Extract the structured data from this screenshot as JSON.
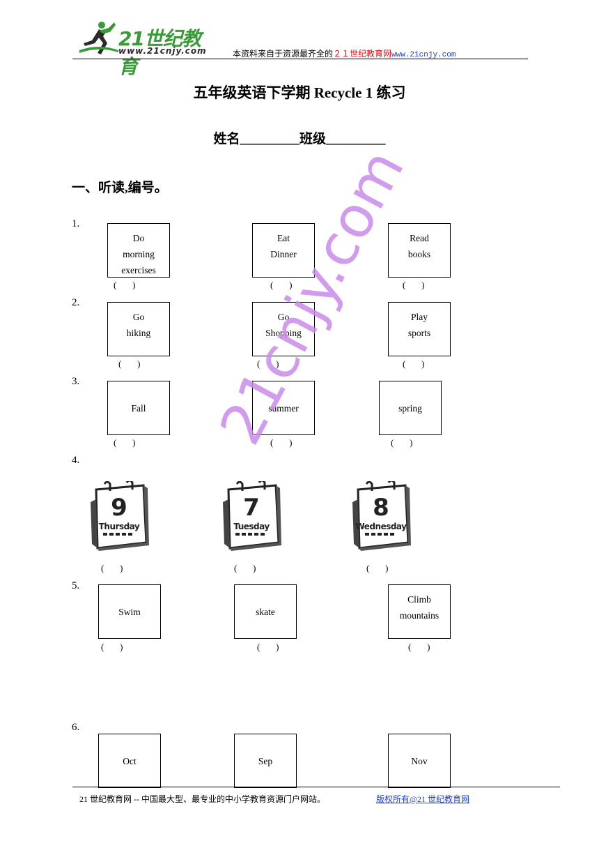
{
  "header": {
    "logo_text": "21世纪教育",
    "logo_url": "www.21cnjy.com",
    "note_prefix": "本资料来自于资源最齐全的",
    "note_red": "２１世纪教育网",
    "note_url": "www.21cnjy.com"
  },
  "title": "五年级英语下学期 Recycle 1 练习",
  "name_line": "姓名_________班级_________",
  "section_title": "一、听读,编号。",
  "paren_text": "(       )",
  "questions": [
    {
      "num": "1.",
      "cards": [
        "Do\nmorning\nexercises",
        "Eat\nDinner",
        "Read\nbooks"
      ]
    },
    {
      "num": "2.",
      "cards": [
        "Go\nhiking",
        "Go\nShopping",
        "Play\nsports"
      ]
    },
    {
      "num": "3.",
      "cards": [
        "Fall",
        "summer",
        "spring"
      ]
    },
    {
      "num": "4.",
      "calendars": [
        {
          "number": "9",
          "day": "Thursday"
        },
        {
          "number": "7",
          "day": "Tuesday"
        },
        {
          "number": "8",
          "day": "Wednesday"
        }
      ]
    },
    {
      "num": "5.",
      "cards": [
        "Swim",
        "skate",
        "Climb\nmountains"
      ]
    },
    {
      "num": "6.",
      "cards": [
        "Oct",
        "Sep",
        "Nov"
      ]
    }
  ],
  "watermark": "21cnjy.com",
  "footer": {
    "left": "21 世纪教育网 -- 中国最大型、最专业的中小学教育资源门户网站。",
    "right": "版权所有@21 世纪教育网"
  }
}
